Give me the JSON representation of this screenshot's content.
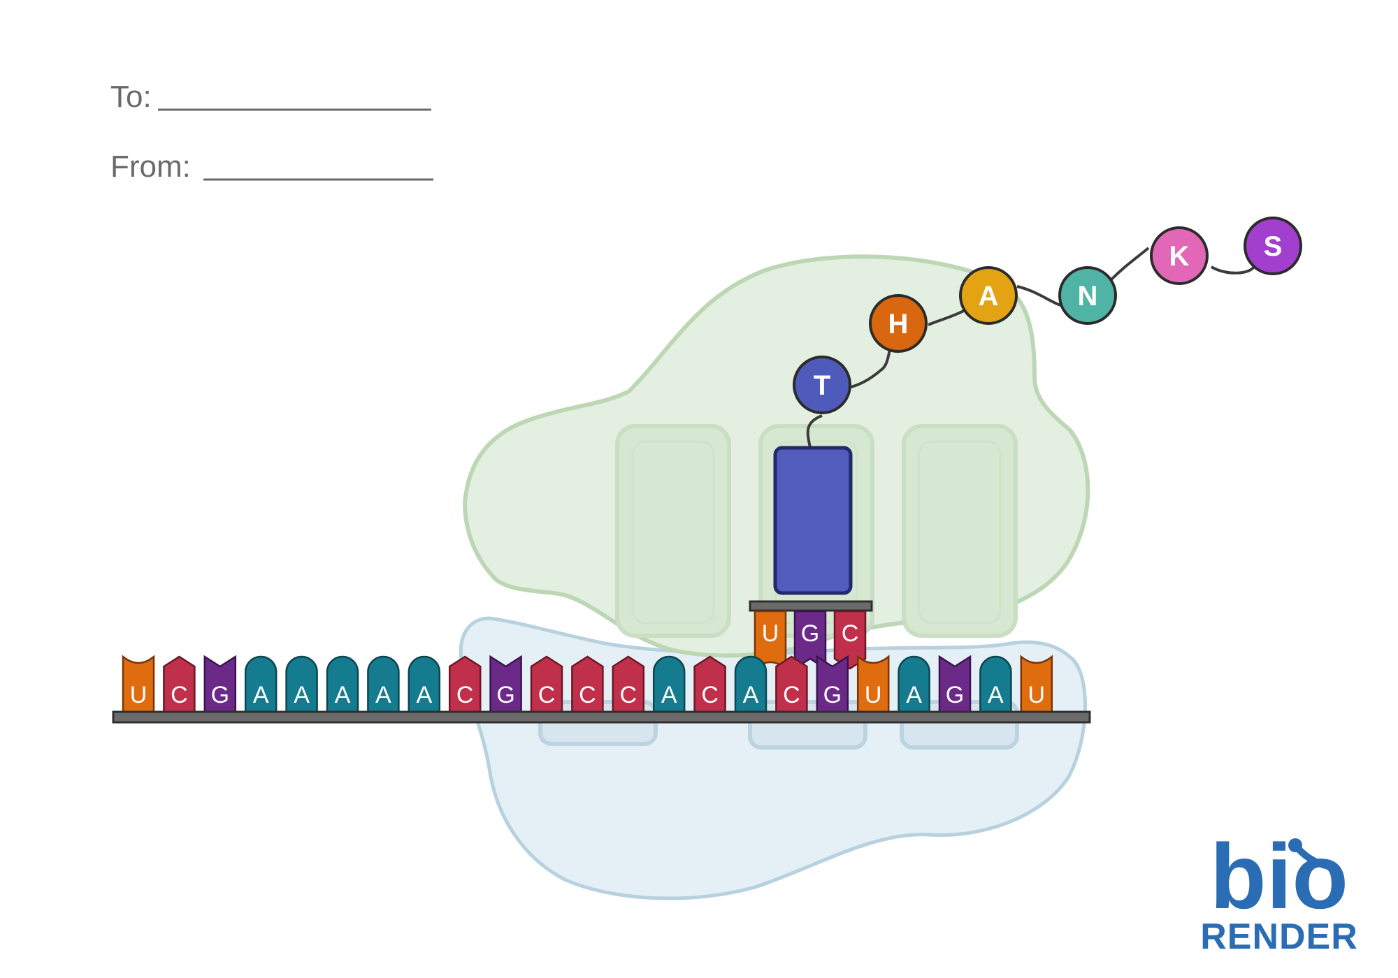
{
  "form": {
    "to_label": "To:",
    "from_label": "From:"
  },
  "mrna": {
    "sequence": [
      "U",
      "C",
      "G",
      "A",
      "A",
      "A",
      "A",
      "A",
      "C",
      "G",
      "C",
      "C",
      "C",
      "A",
      "C",
      "A",
      "C",
      "G",
      "U",
      "A",
      "G",
      "A",
      "U"
    ]
  },
  "anticodon": [
    "U",
    "G",
    "C"
  ],
  "peptide": [
    {
      "letter": "T",
      "color": "#4f5bba"
    },
    {
      "letter": "H",
      "color": "#d8670f"
    },
    {
      "letter": "A",
      "color": "#e3a312"
    },
    {
      "letter": "N",
      "color": "#4fb3a6"
    },
    {
      "letter": "K",
      "color": "#e267b7"
    },
    {
      "letter": "S",
      "color": "#a23fcf"
    }
  ],
  "colors": {
    "U": "#e06c10",
    "C": "#c0304a",
    "G": "#6b2a88",
    "A": "#157c8f",
    "large_subunit": "#e3efe0",
    "small_subunit": "#e4f0f5",
    "trna": "#515cbc"
  },
  "logo": {
    "bio": "bio",
    "render": "RENDER"
  }
}
